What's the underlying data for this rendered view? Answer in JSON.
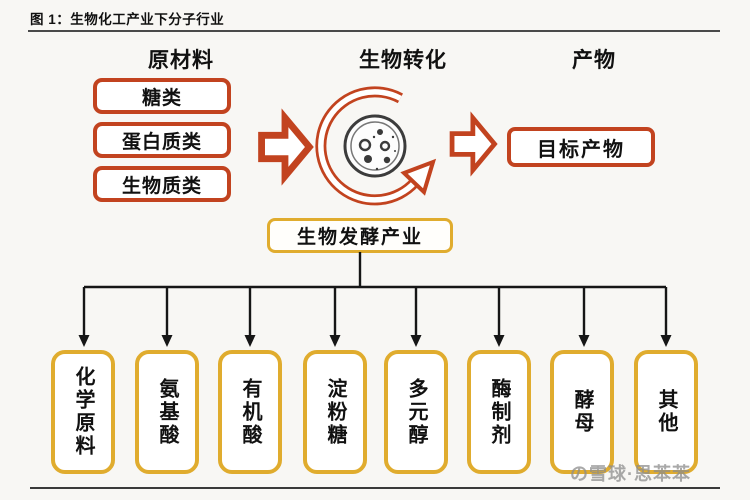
{
  "title": "图 1：生物化工产业下分子行业",
  "columns": {
    "left": "原材料",
    "center": "生物转化",
    "right": "产物"
  },
  "raw_materials": [
    {
      "label": "糖类"
    },
    {
      "label": "蛋白质类"
    },
    {
      "label": "生物质类"
    }
  ],
  "target_product": {
    "label": "目标产物"
  },
  "fermentation": {
    "label": "生物发酵产业"
  },
  "subsectors": [
    {
      "label": "化学原料"
    },
    {
      "label": "氨基酸"
    },
    {
      "label": "有机酸"
    },
    {
      "label": "淀粉糖"
    },
    {
      "label": "多元醇"
    },
    {
      "label": "酶制剂"
    },
    {
      "label": "酵母"
    },
    {
      "label": "其他"
    }
  ],
  "watermark": "の雪球·思苯苯",
  "icons": {
    "cycle": "fermentation-cycle-icon",
    "arrow_left": "block-arrow-right-icon",
    "arrow_right": "block-arrow-right-icon"
  },
  "colors": {
    "accent_red": "#c2431f",
    "accent_gold": "#e0ac2e",
    "line": "#161616",
    "watermark_gray": "#9c9c9c"
  }
}
